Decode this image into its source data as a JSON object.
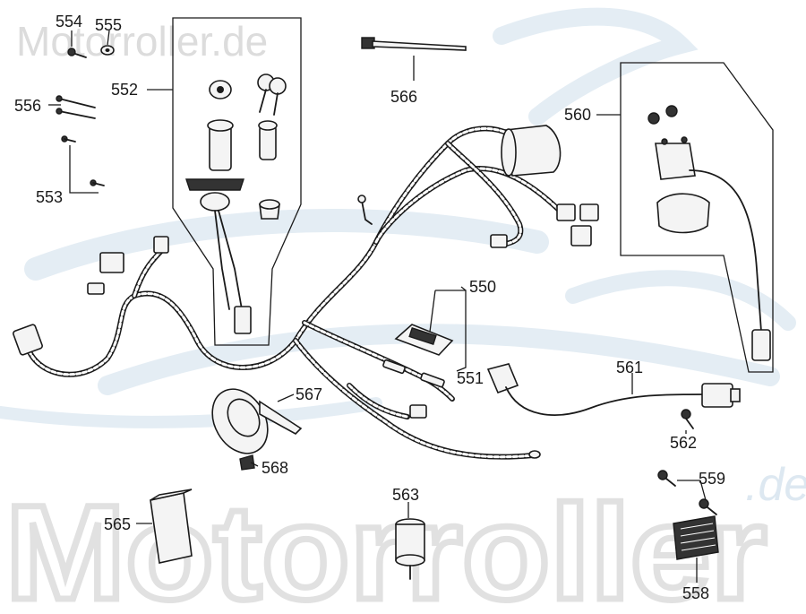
{
  "watermark": {
    "top_text": "Motorroller.de",
    "bottom_text": "Motorroller",
    "suffix": ".de"
  },
  "labels": [
    "554",
    "555",
    "552",
    "556",
    "553",
    "566",
    "560",
    "550",
    "551",
    "561",
    "567",
    "568",
    "562",
    "559",
    "563",
    "565",
    "558"
  ],
  "colors": {
    "line": "#1a1a1a",
    "watermark_grey": "#dcdcdc",
    "watermark_blue": "#dde8f1"
  }
}
